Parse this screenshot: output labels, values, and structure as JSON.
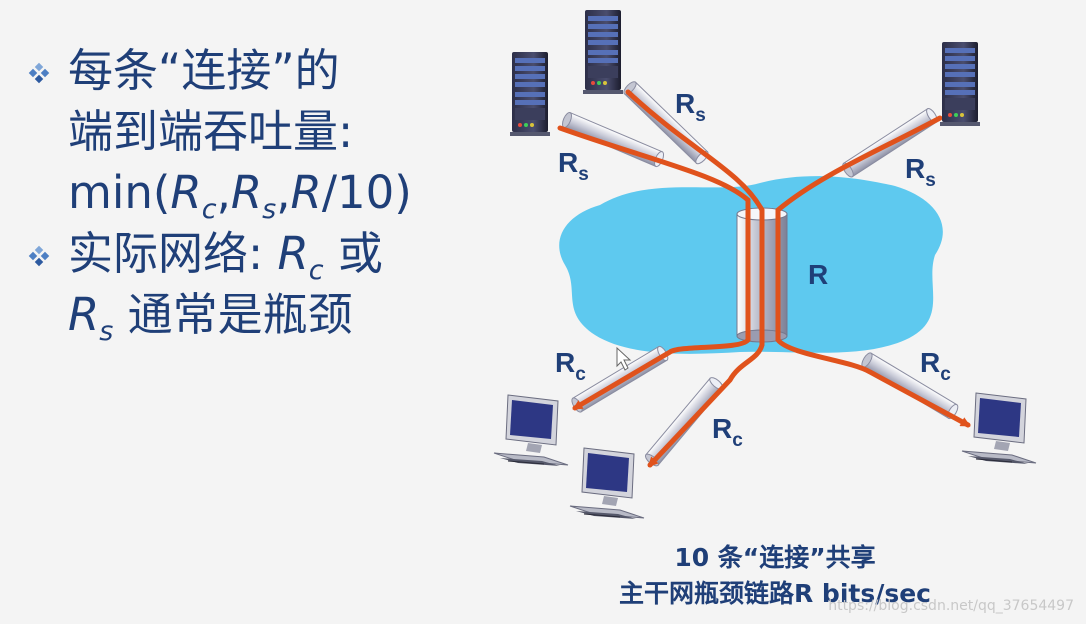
{
  "bullets": [
    {
      "line1": "每条“连接”的",
      "line2": "端到端吞吐量:",
      "formula_prefix": "min(",
      "rc_main": "R",
      "rc_sub": "c",
      "sep1": ",",
      "rs_main": "R",
      "rs_sub": "s",
      "sep2": ",",
      "r_main": "R",
      "formula_suffix": "/10)"
    },
    {
      "text1": "实际网络: ",
      "rc_main": "R",
      "rc_sub": "c",
      "text2": " 或",
      "rs_main": "R",
      "rs_sub": "s",
      "text3": " 通常是瓶颈"
    }
  ],
  "diagram": {
    "labels": {
      "rs_main": "R",
      "rs_sub": "s",
      "rc_main": "R",
      "rc_sub": "c",
      "backbone": "R"
    },
    "colors": {
      "cloud": "#5ec9ef",
      "flow": "#e0521c",
      "pipe": "#d4d6e2",
      "text": "#1f3f78"
    },
    "icons": [
      "server-icon",
      "desktop-computer-icon"
    ]
  },
  "caption": {
    "line1": "10 条“连接”共享",
    "line2": "主干网瓶颈链路R bits/sec"
  },
  "watermark": "https://blog.csdn.net/qq_37654497"
}
